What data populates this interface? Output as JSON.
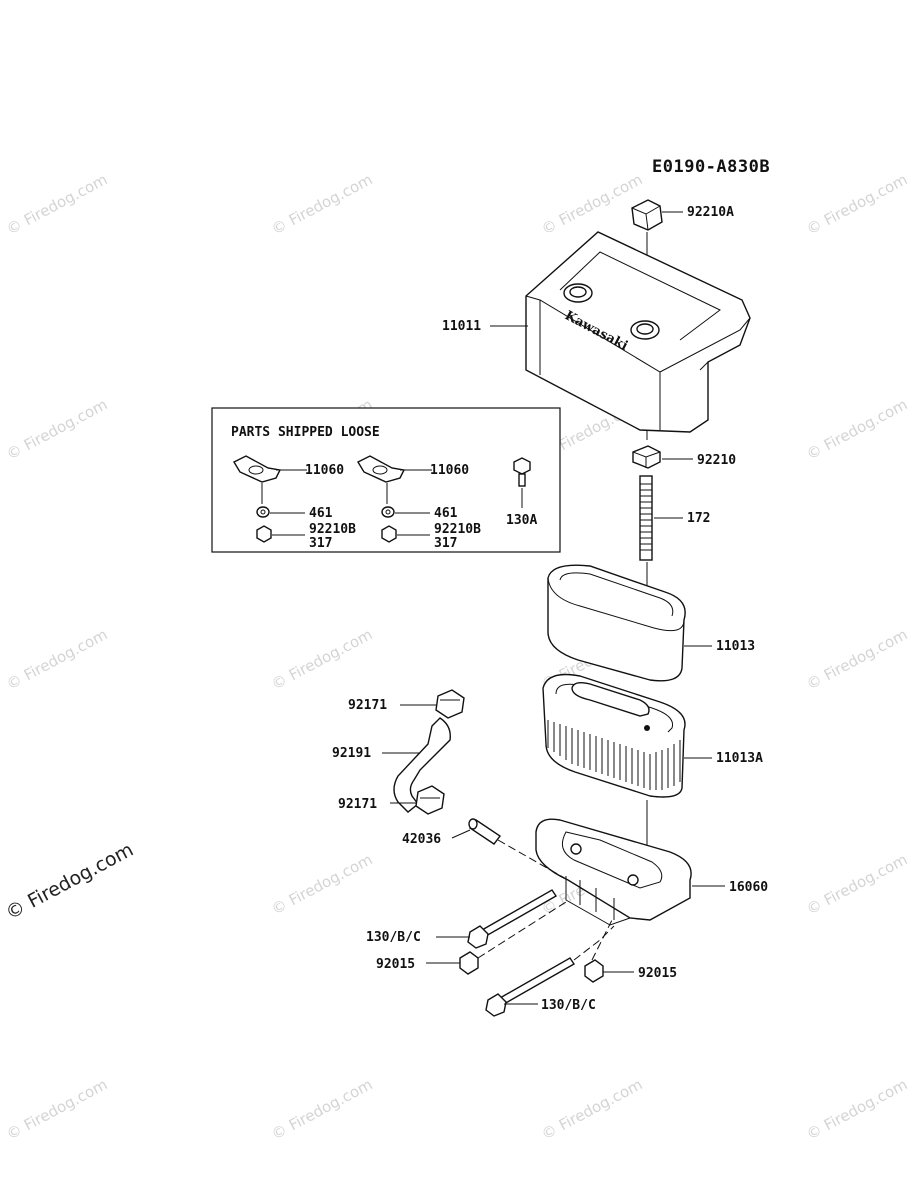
{
  "diagram_code": "E0190-A830B",
  "box_title": "PARTS SHIPPED LOOSE",
  "brand_on_cover": "Kawasaki",
  "watermark": "© Firedog.com",
  "callouts": {
    "cap_top": "92210A",
    "cover": "11011",
    "nut": "92210",
    "stud": "172",
    "precleaner": "11013",
    "element": "11013A",
    "clamp_upper": "92171",
    "hose": "92191",
    "clamp_lower": "92171",
    "fitting": "42036",
    "base": "16060",
    "bolt_left": "130/B/C",
    "nut_left": "92015",
    "nut_right": "92015",
    "bolt_bottom": "130/B/C"
  },
  "loose_parts": {
    "gasket_left": "11060",
    "gasket_right": "11060",
    "washer_left": "461",
    "washer_right": "461",
    "nut_left_a": "92210B",
    "nut_left_b": "317",
    "nut_right_a": "92210B",
    "nut_right_b": "317",
    "bolt": "130A"
  }
}
